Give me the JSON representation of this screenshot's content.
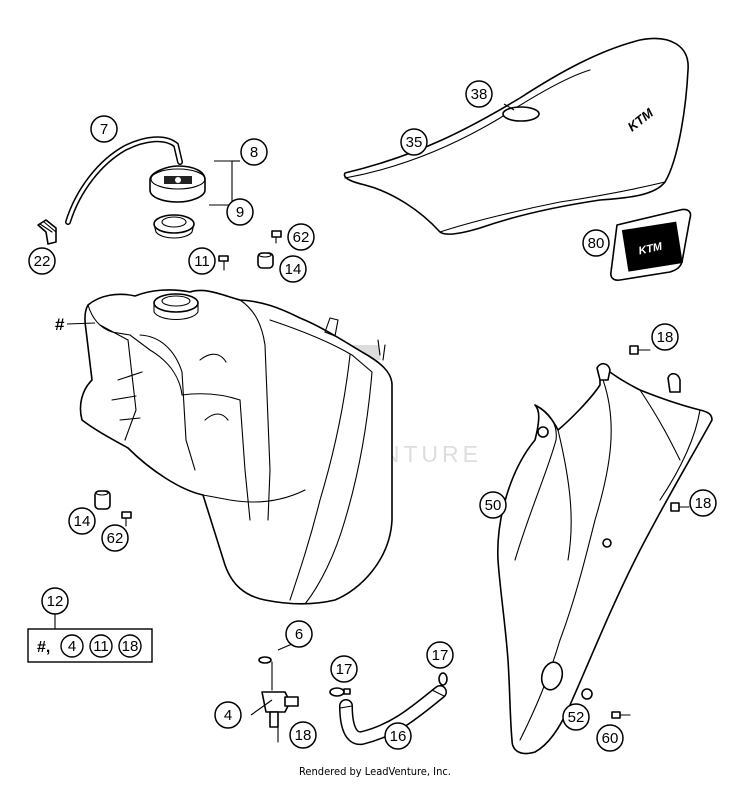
{
  "callouts": {
    "n7": "7",
    "n8": "8",
    "n9": "9",
    "n22": "22",
    "n62a": "62",
    "n11a": "11",
    "n14a": "14",
    "n38": "38",
    "n35": "35",
    "n80": "80",
    "hash_tank": "#",
    "n18a": "18",
    "n18b": "18",
    "n50": "50",
    "n14b": "14",
    "n62b": "62",
    "n12": "12",
    "n6": "6",
    "n17a": "17",
    "n17b": "17",
    "n4": "4",
    "n18c": "18",
    "n16": "16",
    "n52": "52",
    "n60": "60"
  },
  "kit": {
    "hash": "#,",
    "a": "4",
    "b": "11",
    "c": "18"
  },
  "logos": {
    "seat": "KTM",
    "decal": "KTM"
  },
  "watermark": "LEADVENTURE",
  "footer": "Rendered by LeadVenture, Inc."
}
